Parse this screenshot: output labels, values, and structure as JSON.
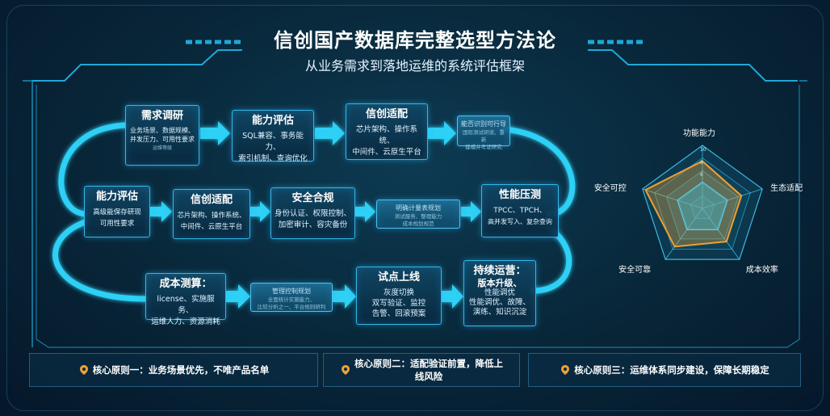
{
  "header": {
    "title": "信创国产数据库完整选型方法论",
    "subtitle": "从业务需求到落地运维的系统评估框架"
  },
  "flow": {
    "row1": [
      {
        "title": "需求调研",
        "body": [
          "业务场景、数据规模、",
          "并发压力、可用性要求",
          "运维等级"
        ]
      },
      {
        "title": "能力评估",
        "body": [
          "SQL兼容、事务能力、",
          "索引机制、查询优化"
        ]
      },
      {
        "title": "信创适配",
        "body": [
          "芯片架构、操作系统、",
          "中间件、云原生平台"
        ]
      },
      {
        "title": "能否识别可行导",
        "body": [
          "国际测试研读、重新",
          "建模并考证研究"
        ]
      }
    ],
    "row2": [
      {
        "title": "能力评估",
        "body": [
          "高级能保存研现",
          "可用性要求"
        ]
      },
      {
        "title": "信创适配",
        "body": [
          "芯片架构、操作系统、",
          "中间件、云原生平台"
        ]
      },
      {
        "title": "安全合规",
        "body": [
          "身份认证、权限控制、",
          "加密审计、容灾备份"
        ]
      },
      {
        "title": "明确计量表规划",
        "body": [
          "测试服务、整理能力",
          "成本规划规范"
        ]
      },
      {
        "title": "性能压测",
        "body": [
          "TPCC、TPCH、",
          "高并发写入、复杂查询"
        ]
      }
    ],
    "row3": [
      {
        "title": "成本测算：",
        "body": [
          "license、实施服务、",
          "运维人力、资源消耗"
        ]
      },
      {
        "title": "管理控制规划",
        "body": [
          "全面统计实施能力、",
          "比较分析之一、平台规则研判"
        ]
      },
      {
        "title": "试点上线",
        "body": [
          "灰度切换",
          "双写验证、监控",
          "告警、回滚预案"
        ]
      },
      {
        "title": "持续运营：",
        "body": [
          "版本升级、",
          "性能调优",
          "性能调优、故障、",
          "演练、知识沉淀"
        ]
      }
    ]
  },
  "radar": {
    "axes": [
      "功能能力",
      "生态适配",
      "成本效率",
      "安全可靠",
      "安全可控"
    ],
    "ticks": [
      "10",
      "8",
      "6"
    ],
    "series_values": [
      7.5,
      6.5,
      6.5,
      7.5,
      9.5
    ],
    "max": 10,
    "line_color": "#f0a030"
  },
  "principles": [
    "核心原则一：业务场景优先，不唯产品名单",
    "核心原则二：适配验证前置，降低上线风险",
    "核心原则三：运维体系同步建设，保障长期稳定"
  ],
  "colors": {
    "accent": "#2fd0f5",
    "pin": "#f0a030"
  }
}
